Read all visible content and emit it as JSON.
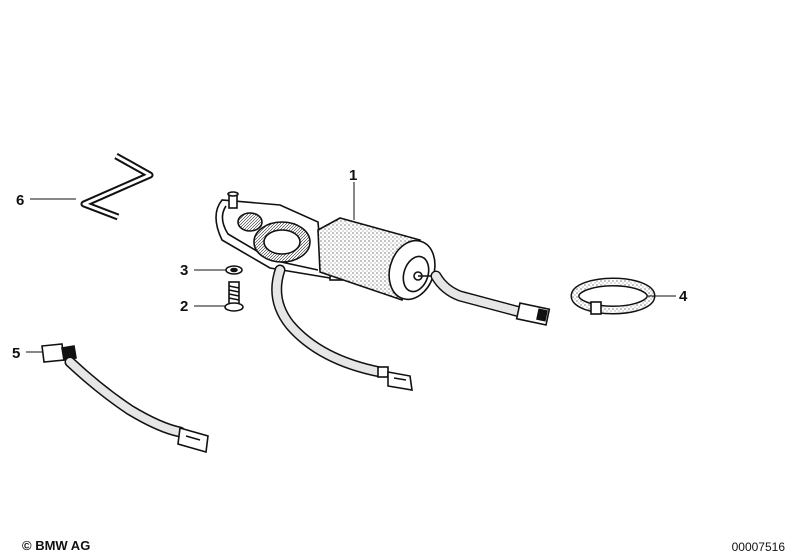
{
  "diagram": {
    "parts": [
      {
        "number": "1",
        "part": "motor"
      },
      {
        "number": "2",
        "part": "screw"
      },
      {
        "number": "3",
        "part": "washer"
      },
      {
        "number": "4",
        "part": "clamp"
      },
      {
        "number": "5",
        "part": "cable"
      },
      {
        "number": "6",
        "part": "hex-key"
      }
    ]
  },
  "footer": {
    "copyright": "© BMW AG",
    "image_number": "00007516"
  }
}
